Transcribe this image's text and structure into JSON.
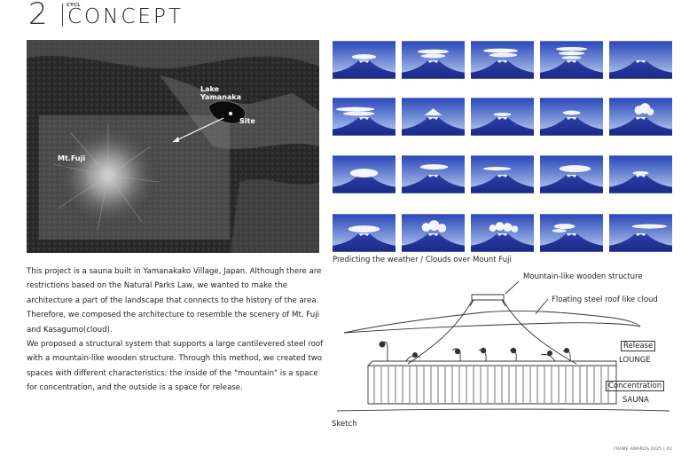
{
  "header": {
    "number": "2",
    "small_label": "CYCL",
    "title": "CONCEPT"
  },
  "map": {
    "labels": {
      "lake": "Lake\nYamanaka",
      "site": "Site",
      "fuji": "Mt.Fuji"
    }
  },
  "cloud_grid": {
    "caption": "Predicting the weather / Clouds over Mount Fuji",
    "tiles": [
      {
        "cloud": "cap-flat"
      },
      {
        "cloud": "cap-stack"
      },
      {
        "cloud": "cap-stack2"
      },
      {
        "cloud": "cap-stack3"
      },
      {
        "cloud": "none"
      },
      {
        "cloud": "banner"
      },
      {
        "cloud": "hat"
      },
      {
        "cloud": "peak"
      },
      {
        "cloud": "peak2"
      },
      {
        "cloud": "puff"
      },
      {
        "cloud": "dome"
      },
      {
        "cloud": "lens"
      },
      {
        "cloud": "wisp"
      },
      {
        "cloud": "lumpy"
      },
      {
        "cloud": "flat-small"
      },
      {
        "cloud": "cap-big"
      },
      {
        "cloud": "cumulus"
      },
      {
        "cloud": "cumulus2"
      },
      {
        "cloud": "side"
      },
      {
        "cloud": "streak"
      }
    ]
  },
  "body": {
    "paragraphs": [
      "This project is a sauna built in Yamanakako Village, Japan. Although there are restrictions based on the Natural Parks Law, we wanted to make the architecture a part of the landscape that connects to the history of the area. Therefore, we composed the architecture to resemble the scenery of Mt. Fuji and Kasagumo(cloud).",
      "We proposed a structural system that supports a large cantilevered steel roof with a mountain-like wooden structure. Through this method, we created two spaces with different characteristics: the inside of the \"mountain\" is a space for concentration, and the outside is a space for release."
    ]
  },
  "sketch": {
    "labels": {
      "wooden": "Mountain-like wooden structure",
      "steel": "Floating steel roof like cloud",
      "release": "Release",
      "lounge": "LOUNGE",
      "concentration": "Concentration",
      "sauna": "SAUNA"
    },
    "caption": "Sketch"
  },
  "footer": {
    "text": "FRAME AWARDS 2025 | 02"
  }
}
